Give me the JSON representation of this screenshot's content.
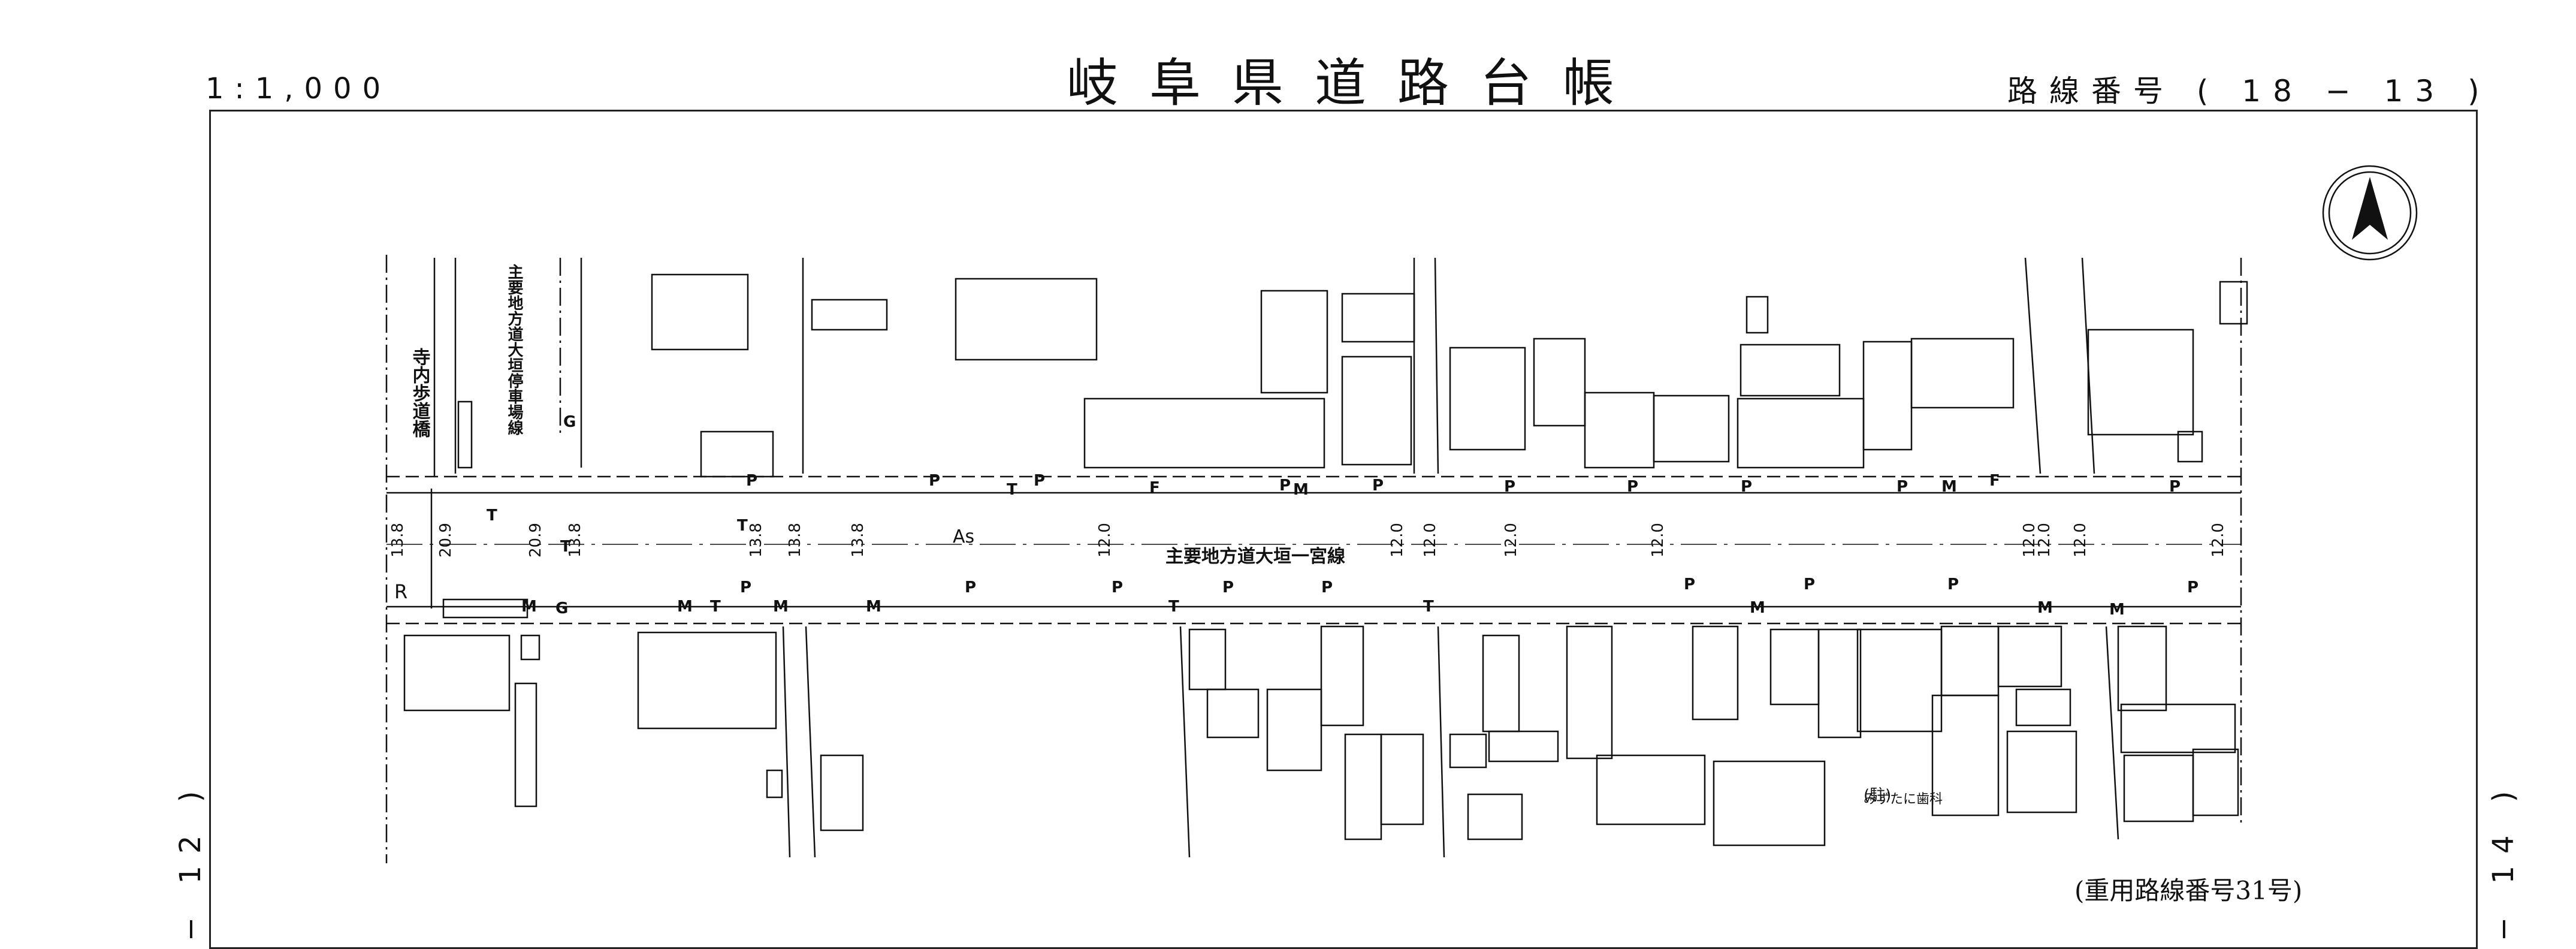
{
  "header": {
    "title": "岐阜県道路台帳",
    "scale": "1:1,000",
    "route_number": "路線番号 ( 18 − 13 )"
  },
  "adjacent_sheets": {
    "left": "− 12 )",
    "right": "− 14 )"
  },
  "footer": {
    "overlap_route": "(重用路線番号31号)"
  },
  "map": {
    "road_name": "主要地方道大垣一宮線",
    "road_surface": "As",
    "cross_road_label": "主要地方道大垣停車場線",
    "bridge_label": "寺内歩道橋",
    "clinic_label": "みずたに歯科",
    "parking_label": "(駐)",
    "reference_marker": "R",
    "north_arrow": "north-arrow-icon",
    "road_widths": [
      "13.8",
      "20.9",
      "20.9",
      "13.8",
      "13.8",
      "13.8",
      "13.8",
      "12.0",
      "12.0",
      "12.0",
      "12.0",
      "12.0",
      "12.0",
      "12.0",
      "12.0",
      "12.0"
    ],
    "pole_symbol": "P",
    "telecom_symbol": "T",
    "manhole_symbol": "M",
    "gas_symbol": "G",
    "fire_hydrant_symbol": "F"
  }
}
